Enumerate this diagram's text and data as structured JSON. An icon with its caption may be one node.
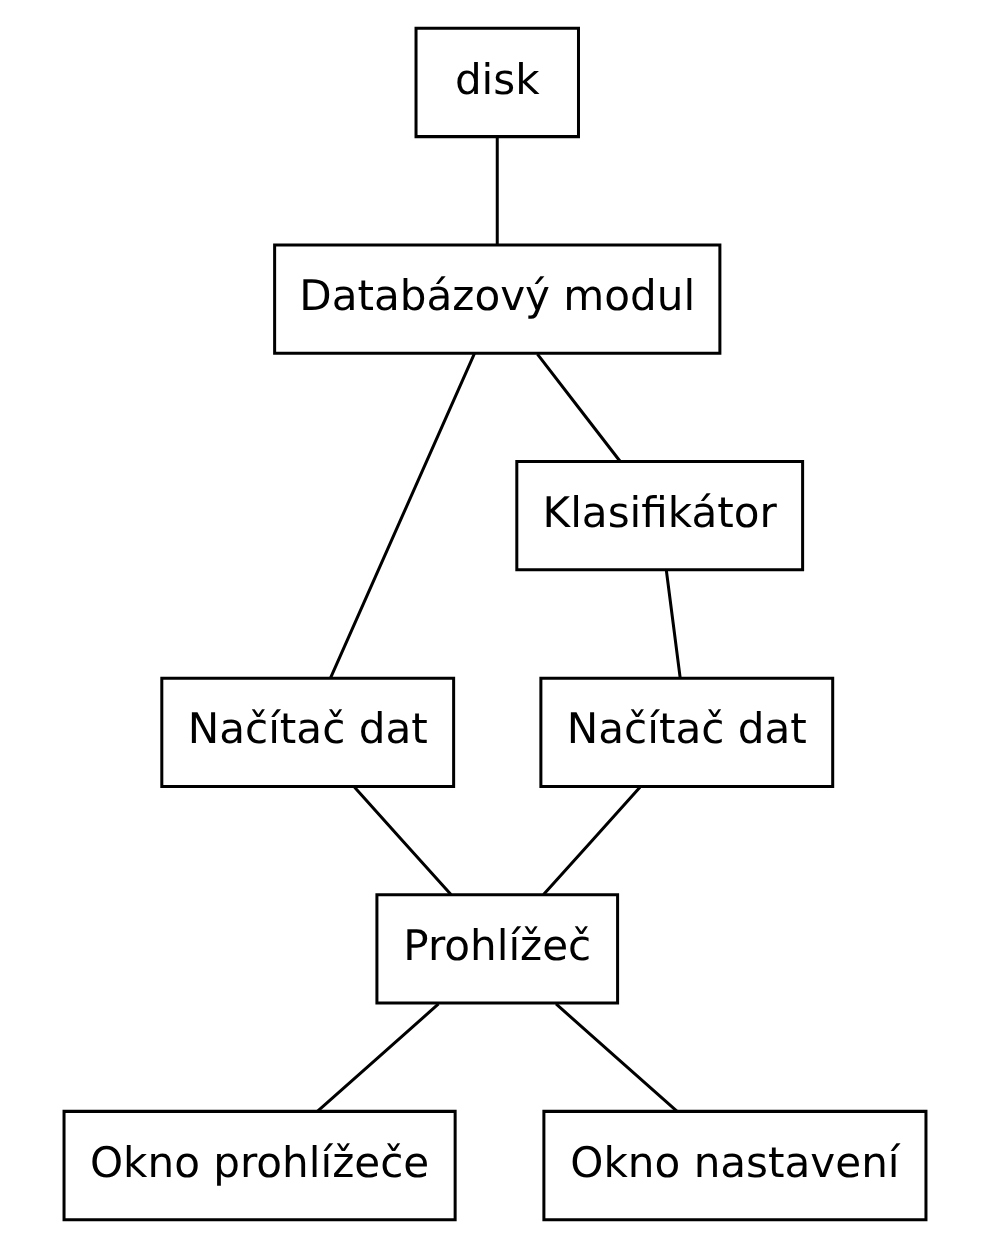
{
  "diagram": {
    "nodes": [
      {
        "text": [
          "disk"
        ]
      },
      {
        "text": [
          "Databázový modul"
        ]
      },
      {
        "text": [
          "Načítač dat"
        ]
      },
      {
        "text": [
          "Klasifikátor"
        ]
      },
      {
        "text": [
          "Načítač dat"
        ]
      },
      {
        "text": [
          "Prohlížeč"
        ]
      },
      {
        "text": [
          "Okno prohlížeče"
        ]
      },
      {
        "text": [
          "Okno nastavení"
        ]
      }
    ],
    "edges": [
      {
        "from": 0,
        "to": 1,
        "arrow": "none"
      },
      {
        "from": 1,
        "to": 2,
        "arrow": "none"
      },
      {
        "from": 1,
        "to": 3,
        "arrow": "none"
      },
      {
        "from": 3,
        "to": 4,
        "arrow": "none"
      },
      {
        "from": 2,
        "to": 5,
        "arrow": "none"
      },
      {
        "from": 4,
        "to": 5,
        "arrow": "none"
      },
      {
        "from": 5,
        "to": 6,
        "arrow": "none"
      },
      {
        "from": 5,
        "to": 7,
        "arrow": "none"
      }
    ]
  }
}
